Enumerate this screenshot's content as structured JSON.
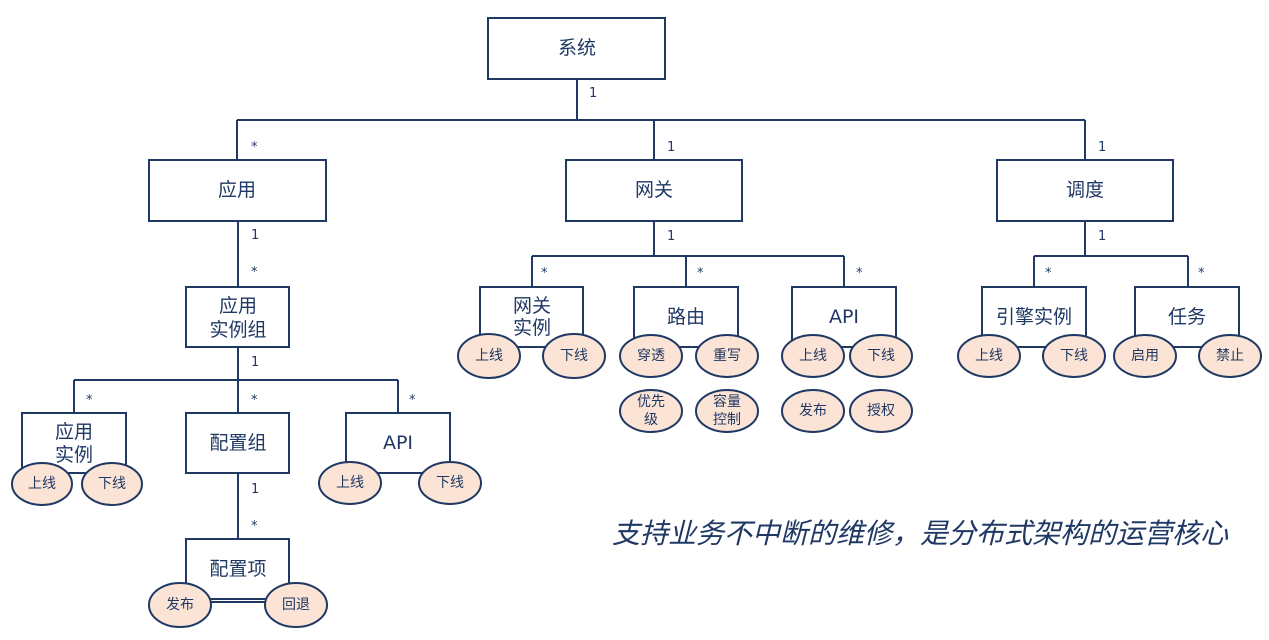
{
  "nodes": {
    "system": "系统",
    "app": "应用",
    "gateway": "网关",
    "schedule": "调度",
    "app_instance_group": [
      "应用",
      "实例组"
    ],
    "app_instance": [
      "应用",
      "实例"
    ],
    "config_group": "配置组",
    "app_api": "API",
    "config_item": "配置项",
    "gateway_instance": [
      "网关",
      "实例"
    ],
    "route": "路由",
    "gateway_api": "API",
    "engine_instance": "引擎实例",
    "task": "任务"
  },
  "actions": {
    "app_instance": [
      "上线",
      "下线"
    ],
    "app_api": [
      "上线",
      "下线"
    ],
    "config_item": [
      "发布",
      "回退"
    ],
    "gateway_instance": [
      "上线",
      "下线"
    ],
    "route": [
      "穿透",
      "重写",
      [
        "优先",
        "级"
      ],
      [
        "容量",
        "控制"
      ]
    ],
    "gateway_api": [
      "上线",
      "下线",
      "发布",
      "授权"
    ],
    "engine_instance": [
      "上线",
      "下线"
    ],
    "task": [
      "启用",
      "禁止"
    ]
  },
  "multiplicity": {
    "one": "1",
    "many": "*"
  },
  "slogan": "支持业务不中断的维修，是分布式架构的运营核心"
}
